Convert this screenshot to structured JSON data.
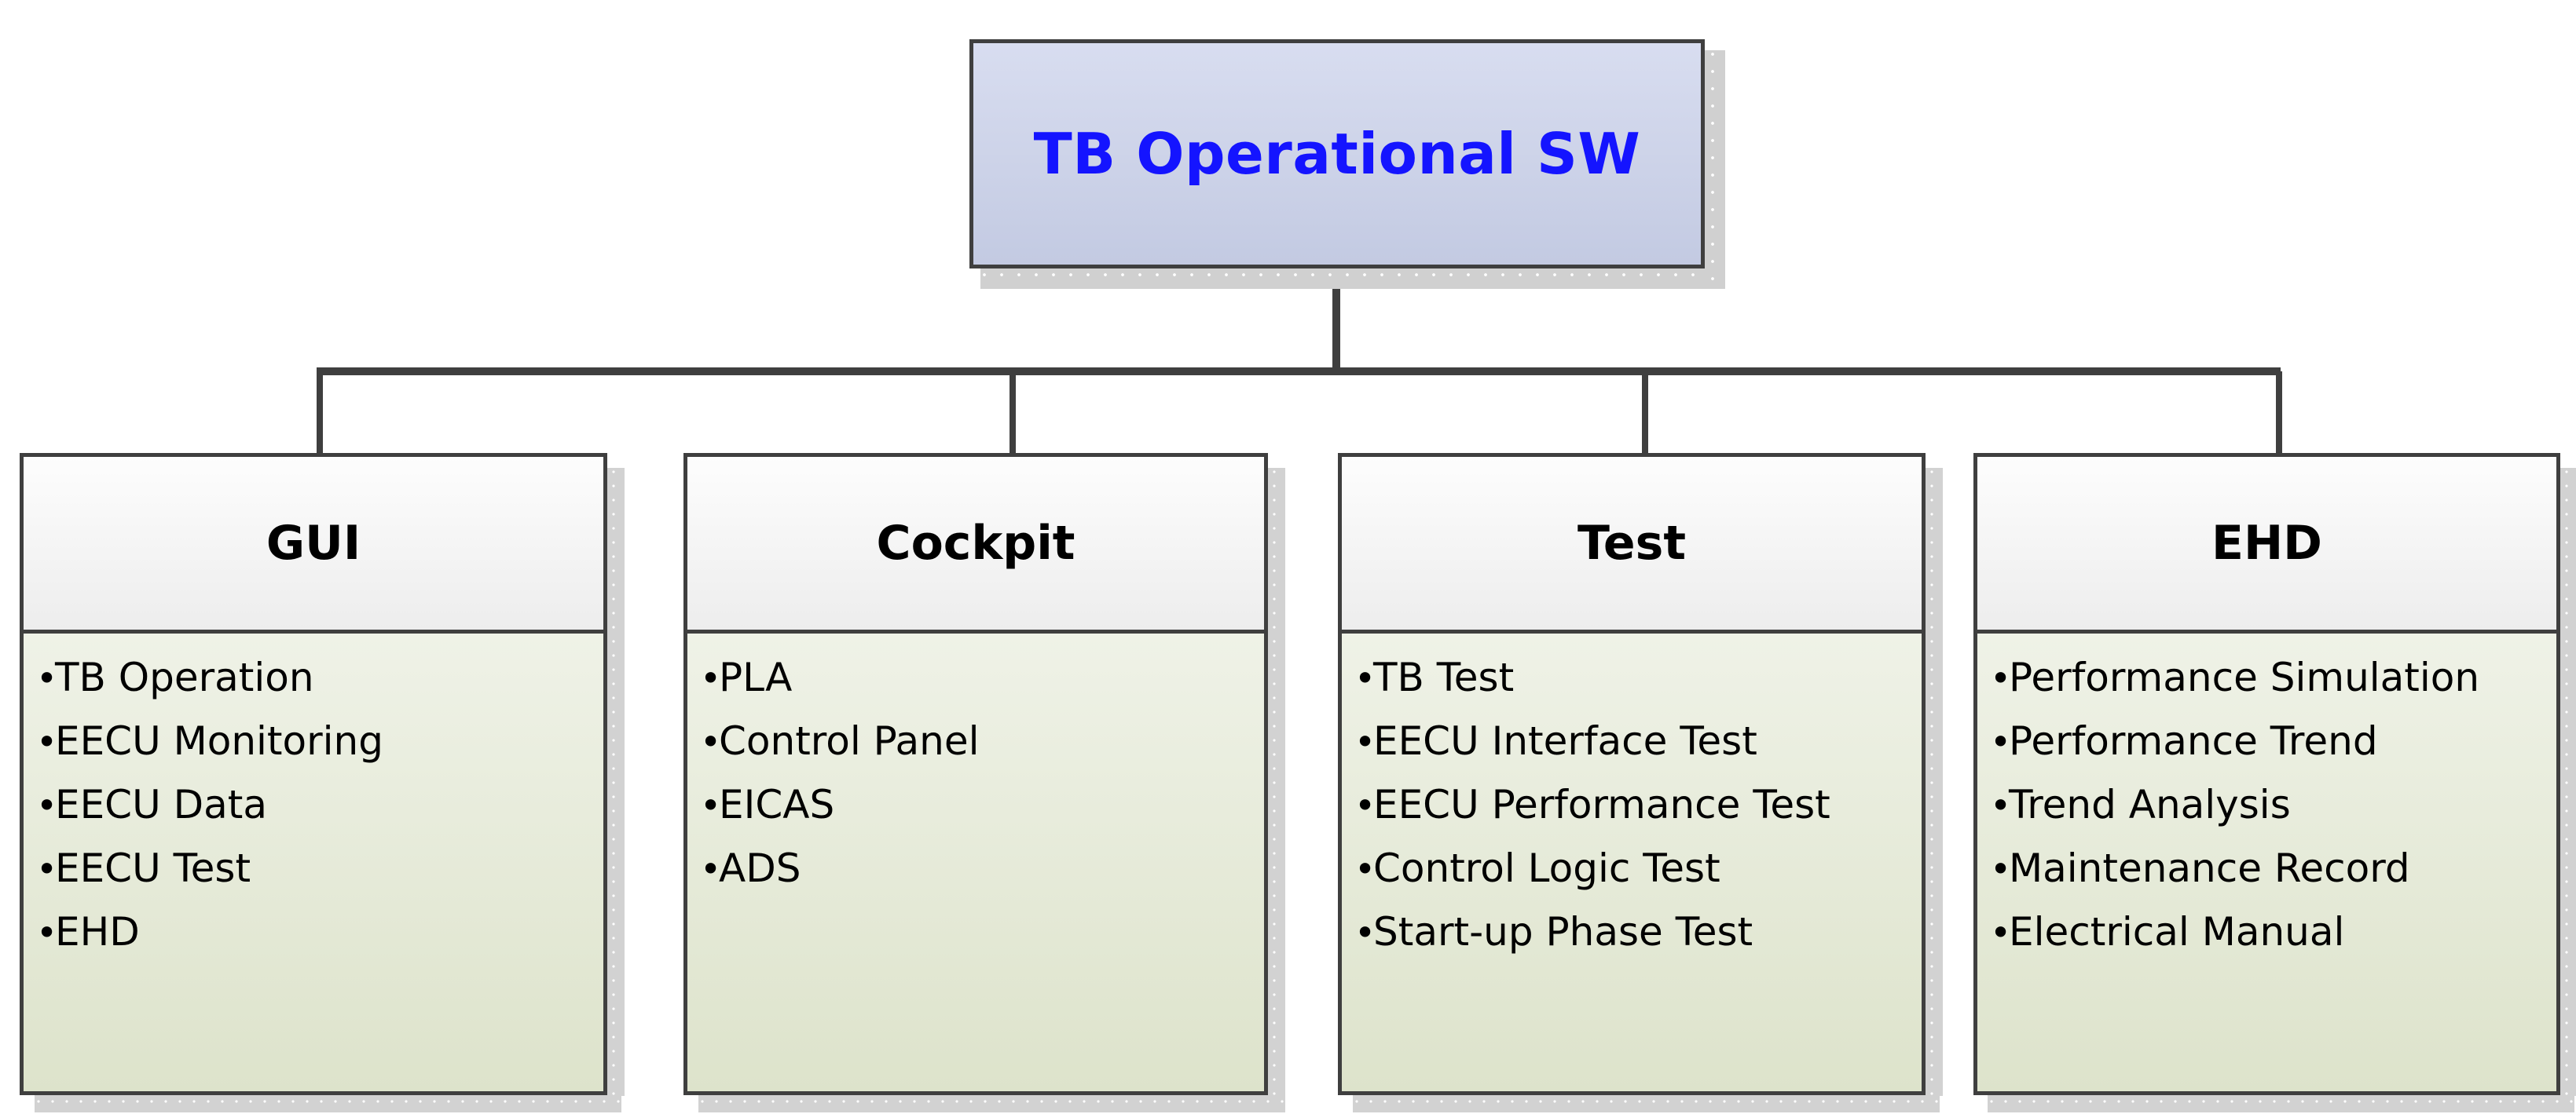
{
  "diagram": {
    "type": "hierarchy-tree",
    "title": "TB Operational SW software breakdown",
    "colors": {
      "root_fill_top": "#d8ddf0",
      "root_fill_bottom": "#c3cae2",
      "root_text": "#1414ff",
      "node_border": "#3f3f3f",
      "header_fill_top": "#fdfdfd",
      "header_fill_bottom": "#ededed",
      "body_fill_top": "#eff2e7",
      "body_fill_bottom": "#dde3cb",
      "body_text": "#000000",
      "shadow": "#d0d0d0"
    }
  },
  "root": {
    "label": "TB Operational SW"
  },
  "children": [
    {
      "title": "GUI",
      "items": [
        "TB Operation",
        "EECU Monitoring",
        "EECU Data",
        "EECU Test",
        "EHD"
      ]
    },
    {
      "title": "Cockpit",
      "items": [
        "PLA",
        "Control Panel",
        "EICAS",
        "ADS"
      ]
    },
    {
      "title": "Test",
      "items": [
        "TB Test",
        "EECU Interface Test",
        "EECU Performance Test",
        "Control Logic Test",
        "Start-up Phase Test"
      ]
    },
    {
      "title": "EHD",
      "items": [
        "Performance Simulation",
        "Performance Trend",
        "Trend Analysis",
        "Maintenance Record",
        "Electrical Manual"
      ]
    }
  ],
  "bullet_glyph": "•"
}
